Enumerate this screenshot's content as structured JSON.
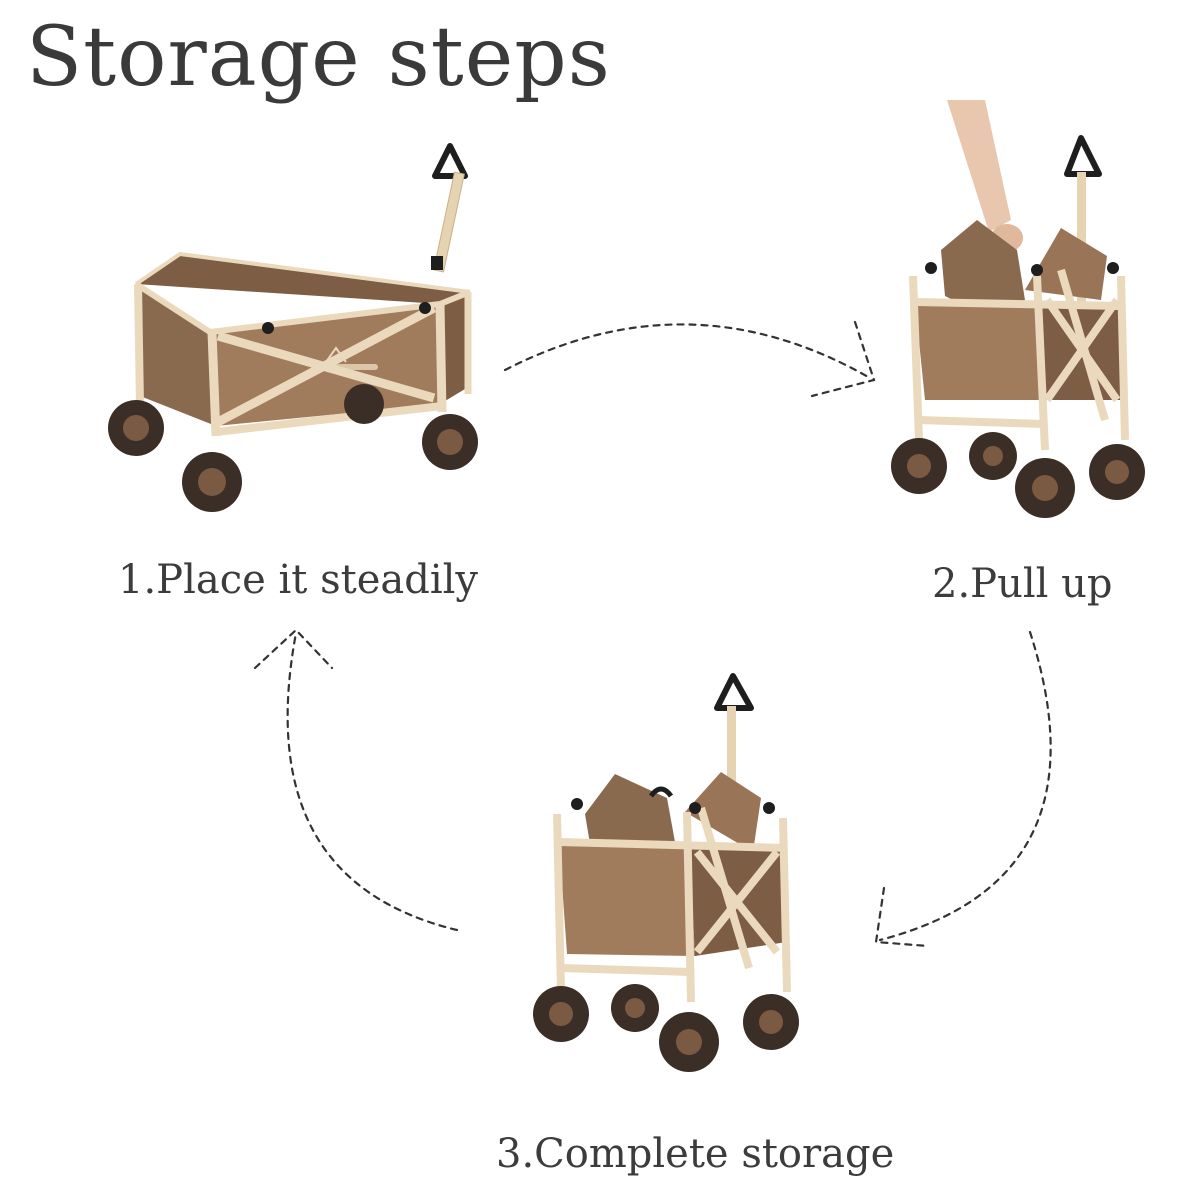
{
  "title": "Storage steps",
  "steps": [
    {
      "label": "1.Place it steadily"
    },
    {
      "label": "2.Pull up"
    },
    {
      "label": "3.Complete storage"
    }
  ],
  "colors": {
    "fabric": "#9a7456",
    "fabric_dark": "#6e5038",
    "frame": "#ead9bd",
    "wheel": "#3a2e26",
    "hub": "#7a5a42",
    "arrow": "#333333"
  }
}
